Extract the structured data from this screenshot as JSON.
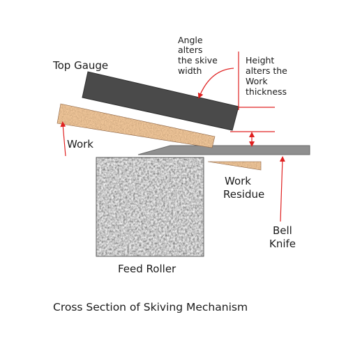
{
  "title": "Cross Section of Skiving Mechanism",
  "labels": {
    "top_gauge": "Top Gauge",
    "work": "Work",
    "angle": [
      "Angle",
      "alters",
      "the skive",
      "width"
    ],
    "height": [
      "Height",
      "alters the",
      "Work",
      "thickness"
    ],
    "work_residue": [
      "Work",
      "Residue"
    ],
    "bell_knife": [
      "Bell",
      "Knife"
    ],
    "feed_roller": "Feed Roller"
  },
  "colors": {
    "gauge": "#4a4a4a",
    "cork": "#c08a5a",
    "roller": "#9a9a9a",
    "knife": "#8f8f8f",
    "arrow": "#e02020"
  }
}
